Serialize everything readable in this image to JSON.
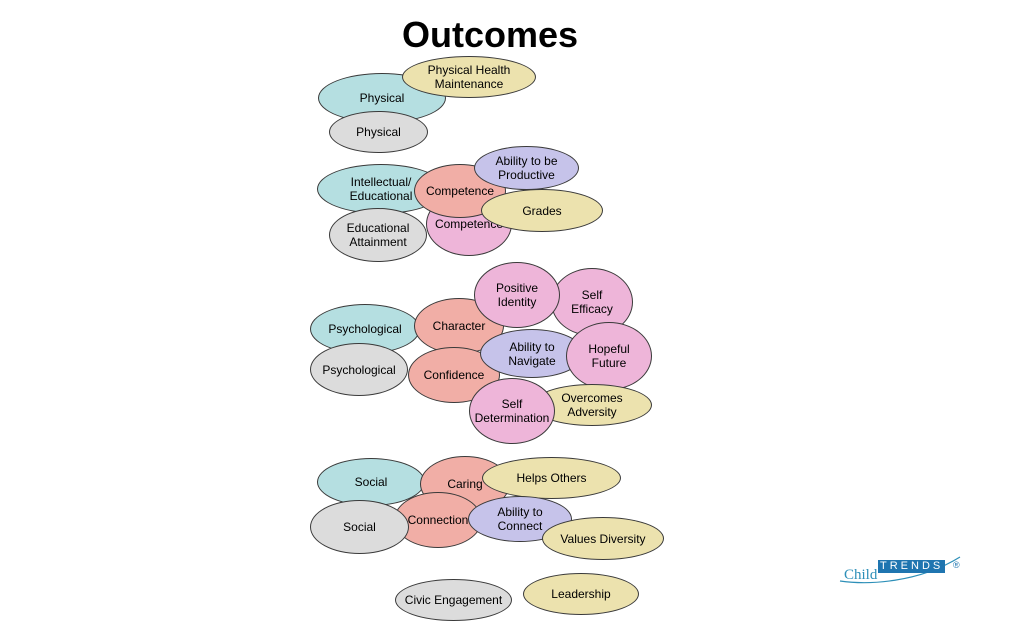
{
  "title": "Outcomes",
  "bubbles": {
    "physical_teal": "Physical",
    "physical_health_maintenance": "Physical Health\nMaintenance",
    "physical_grey": "Physical",
    "intellectual_educational": "Intellectual/\nEducational",
    "competence_pink": "Competence",
    "competence_salmon": "Competence",
    "ability_productive": "Ability to be\nProductive",
    "grades": "Grades",
    "educational_attainment": "Educational\nAttainment",
    "positive_identity": "Positive Identity",
    "self_efficacy": "Self\nEfficacy",
    "psychological_teal": "Psychological",
    "character": "Character",
    "ability_navigate": "Ability to\nNavigate",
    "hopeful_future": "Hopeful\nFuture",
    "psychological_grey": "Psychological",
    "confidence": "Confidence",
    "overcomes_adversity": "Overcomes\nAdversity",
    "self_determination": "Self\nDetermination",
    "social_teal": "Social",
    "caring": "Caring",
    "helps_others": "Helps Others",
    "social_grey": "Social",
    "connection": "Connection",
    "ability_connect": "Ability to\nConnect",
    "values_diversity": "Values Diversity",
    "civic_engagement": "Civic Engagement",
    "leadership": "Leadership"
  },
  "logo": {
    "child": "Child",
    "trends": "TRENDS",
    "reg": "®"
  },
  "colors": {
    "teal": "#b5dfe1",
    "grey": "#dcdcdc",
    "tan": "#ece2ae",
    "salmon": "#f1aea6",
    "lavender": "#c6c3ea",
    "pink": "#eeb5d9"
  }
}
